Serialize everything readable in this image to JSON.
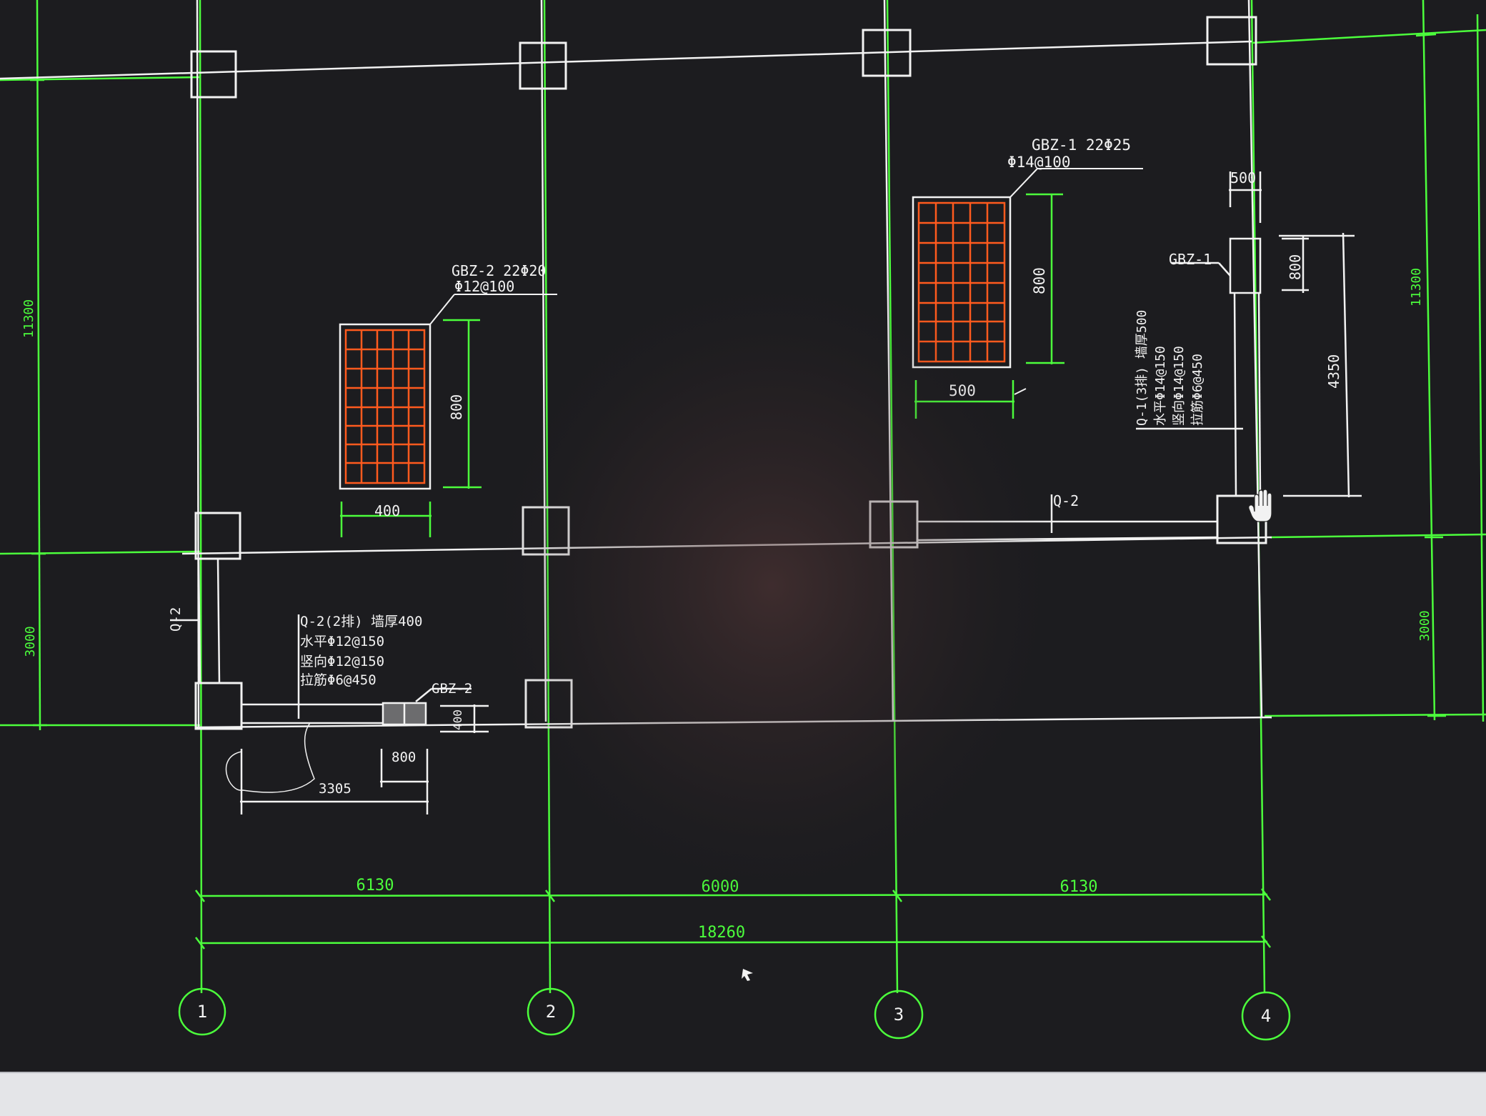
{
  "colors": {
    "background": "#1c1c1f",
    "grid_line": "#4cff3c",
    "wall_line": "#f2f2f2",
    "rebar": "#ff5a1e",
    "text": "#f2f2f2",
    "dim_text": "#4cff3c",
    "status_bar": "#e4e5e8"
  },
  "drawing": {
    "axis_labels": [
      "1",
      "2",
      "3",
      "4"
    ],
    "dims_bottom": {
      "span_1_2": "6130",
      "span_2_3": "6000",
      "span_3_4": "6130",
      "total": "18260"
    },
    "dims_left": {
      "upper": "11300",
      "lower": "3000"
    },
    "dims_right": {
      "upper": "11300",
      "lower": "3000"
    },
    "column_gbz2": {
      "title": "GBZ-2 22Φ20",
      "stirrup": "Φ12@100",
      "width": "400",
      "height": "800"
    },
    "column_gbz1": {
      "title": "GBZ-1 22Φ25",
      "stirrup": "Φ14@100",
      "width": "500",
      "height": "800"
    },
    "right_wall": {
      "gbz_label": "GBZ-1",
      "dim_top": "500",
      "dim_800": "800",
      "dim_4350": "4350",
      "wall_lines": [
        "Q-1(3排) 墙厚500",
        "水平Φ14@150",
        "竖向Φ14@150",
        "拉筋Φ6@450"
      ]
    },
    "q2_label_right": "Q-2",
    "q2_label_left": "Q-2",
    "wall_q2_spec": [
      "Q-2(2排) 墙厚400",
      "水平Φ12@150",
      "竖向Φ12@150",
      "拉筋Φ6@450"
    ],
    "gbz2_bottom_label": "GBZ-2",
    "gbz2_bottom_dim": "400",
    "dim_800_bottom": "800",
    "dim_3305": "3305"
  }
}
